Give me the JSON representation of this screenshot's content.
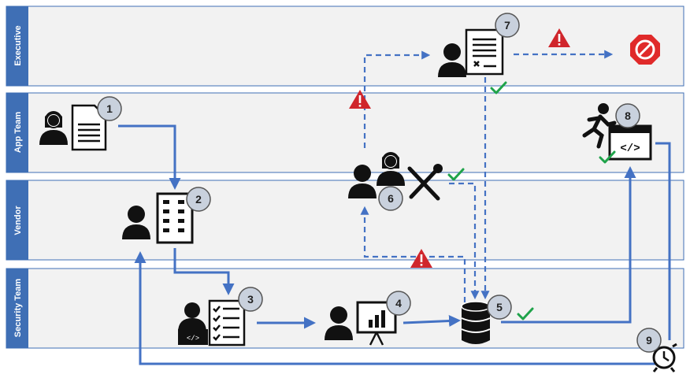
{
  "lanes": [
    {
      "label": "Executive"
    },
    {
      "label": "App Team"
    },
    {
      "label": "Vendor"
    },
    {
      "label": "Security Team"
    }
  ],
  "steps": [
    {
      "number": "1"
    },
    {
      "number": "2"
    },
    {
      "number": "3"
    },
    {
      "number": "4"
    },
    {
      "number": "5"
    },
    {
      "number": "6"
    },
    {
      "number": "7"
    },
    {
      "number": "8"
    },
    {
      "number": "9"
    }
  ],
  "colors": {
    "lane_header": "#3f6fb5",
    "lane_bg": "#f2f2f2",
    "lane_border": "#3f6fb5",
    "arrow": "#4472c4",
    "check": "#1fa34a",
    "warning": "#d0262c",
    "stop": "#e02a2a",
    "badge_fill": "#c9d1dd"
  },
  "icons": {
    "warning": "warning-triangle-icon",
    "stop": "stop-sign-icon",
    "check": "check-mark-icon",
    "alarm": "alarm-clock-icon"
  }
}
